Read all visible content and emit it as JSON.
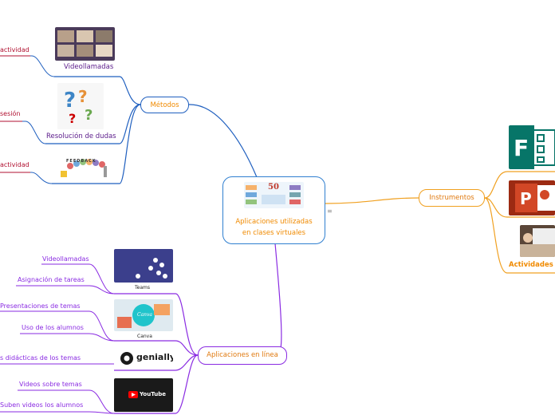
{
  "central": {
    "line1": "Aplicaciones utilizadas",
    "line2": "en clases virtuales",
    "thumb_title": "50"
  },
  "metodos": {
    "label": "Métodos",
    "items": [
      {
        "caption": "Videollamadas",
        "left_label": "actividad"
      },
      {
        "caption": "Resolución de dudas",
        "left_label": "sesión"
      },
      {
        "caption": "",
        "left_label": "actividad",
        "logo_text": "FEEDBACK"
      }
    ]
  },
  "instrumentos": {
    "label": "Instrumentos",
    "caption": "Actividades e"
  },
  "aplicaciones": {
    "label": "Aplicaciones en línea",
    "teams": {
      "caption": "Teams",
      "left_labels": [
        "Videollamadas",
        "Asignación de tareas"
      ]
    },
    "canva": {
      "caption": "Canva",
      "logo_text": "Canva",
      "left_labels": [
        "Presentaciones  de temas",
        "Uso de los alumnos"
      ]
    },
    "genially": {
      "logo_text": "genially",
      "left_labels": [
        "s didácticas de los temas"
      ]
    },
    "youtube": {
      "logo_text": "YouTube",
      "left_labels": [
        "Videos sobre temas",
        "Suben videos  los alumnos"
      ]
    }
  },
  "colors": {
    "central_border": "#2f7fd0",
    "metodos": "#1f5fbf",
    "left_red": "#b01030",
    "instrumentos": "#f0a020",
    "aplicaciones": "#8a2be2",
    "caption_purple": "#5a1a8a",
    "caption_orange": "#f08a00",
    "label_orange": "#e07a10"
  }
}
